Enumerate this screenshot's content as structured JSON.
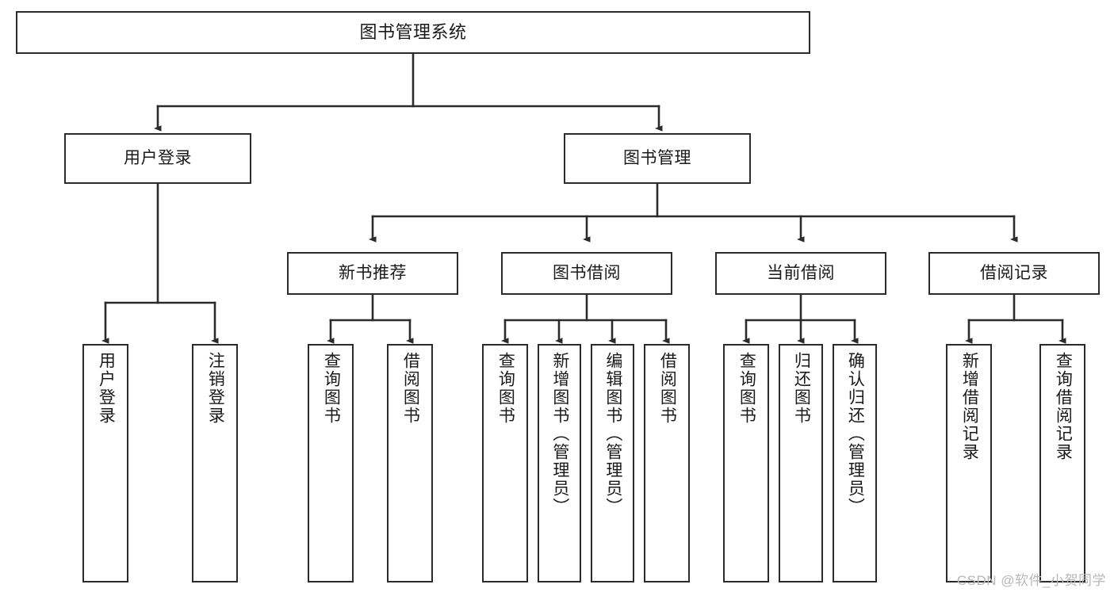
{
  "diagram": {
    "title": "图书管理系统",
    "watermark": "CSDN @软件_小贺同学",
    "colors": {
      "border": "#2b2b2b",
      "background": "#ffffff",
      "text": "#1a1a1a",
      "watermark": "#b8b8b8"
    },
    "root": {
      "label": "图书管理系统"
    },
    "level2": [
      {
        "label": "用户登录"
      },
      {
        "label": "图书管理"
      }
    ],
    "level3": [
      {
        "label": "新书推荐"
      },
      {
        "label": "图书借阅"
      },
      {
        "label": "当前借阅"
      },
      {
        "label": "借阅记录"
      }
    ],
    "leaves": {
      "user_login": [
        {
          "label": "用户登录"
        },
        {
          "label": "注销登录"
        }
      ],
      "new_book": [
        {
          "label": "查询图书"
        },
        {
          "label": "借阅图书"
        }
      ],
      "book_borrow": [
        {
          "label": "查询图书"
        },
        {
          "label": "新增图书（管理员）"
        },
        {
          "label": "编辑图书（管理员）"
        },
        {
          "label": "借阅图书"
        }
      ],
      "current_borrow": [
        {
          "label": "查询图书"
        },
        {
          "label": "归还图书"
        },
        {
          "label": "确认归还（管理员）"
        }
      ],
      "borrow_record": [
        {
          "label": "新增借阅记录"
        },
        {
          "label": "查询借阅记录"
        }
      ]
    }
  }
}
